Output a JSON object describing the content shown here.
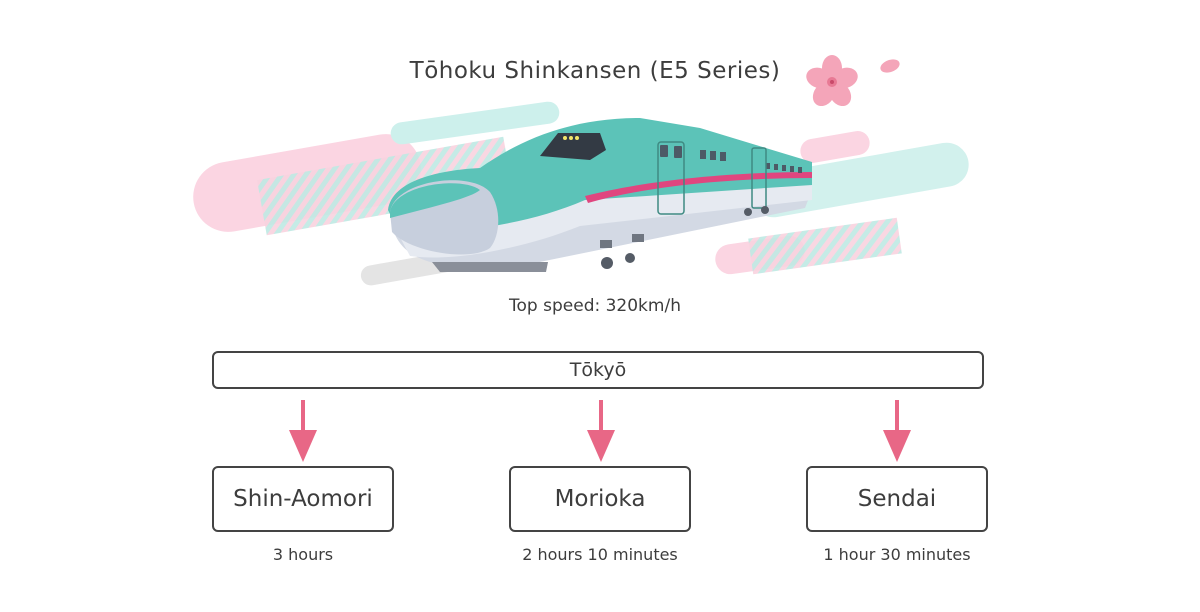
{
  "title": "Tōhoku Shinkansen (E5 Series)",
  "top_speed": "Top speed: 320km/h",
  "origin": "Tōkyō",
  "destinations": [
    {
      "name": "Shin-Aomori",
      "time": "3 hours"
    },
    {
      "name": "Morioka",
      "time": "2 hours 10 minutes"
    },
    {
      "name": "Sendai",
      "time": "1 hour 30 minutes"
    }
  ],
  "colors": {
    "train_body": "#5cc3b8",
    "train_stripe": "#e0467f",
    "train_underside": "#d3d9e4",
    "accent_pink": "#f7c9d9",
    "accent_mint": "#cdf0ec",
    "arrow": "#e86786",
    "border": "#444444"
  },
  "icons": [
    "cherry-blossom-icon",
    "bullet-train-illustration",
    "down-arrow-icon"
  ]
}
